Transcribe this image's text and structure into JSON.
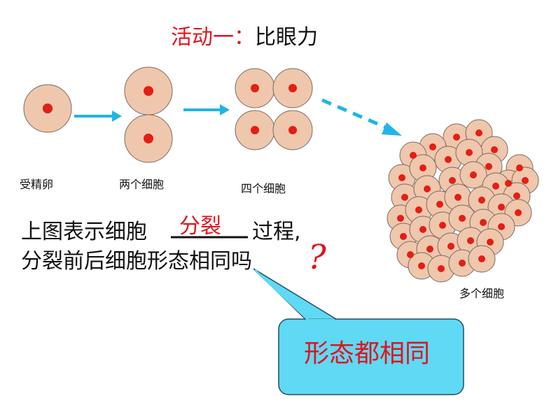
{
  "title": {
    "part1": "活动一：",
    "part2": "比眼力"
  },
  "labels": {
    "egg": "受精卵",
    "two_cells": "两个细胞",
    "four_cells": "四个细胞",
    "many_cells": "多个细胞"
  },
  "question": {
    "line1_prefix": "上图表示细胞",
    "line1_suffix": "过程,",
    "answer": "分裂",
    "line2": "分裂前后细胞形态相同吗",
    "mark": "?"
  },
  "callout": {
    "text": "形态都相同"
  },
  "colors": {
    "cell_fill": "#efc7ad",
    "cell_stroke": "#7a6a60",
    "nucleus": "#e41e14",
    "arrow": "#20b4e8",
    "callout_fill": "#5fd9f4",
    "red_text": "#e0141e"
  }
}
